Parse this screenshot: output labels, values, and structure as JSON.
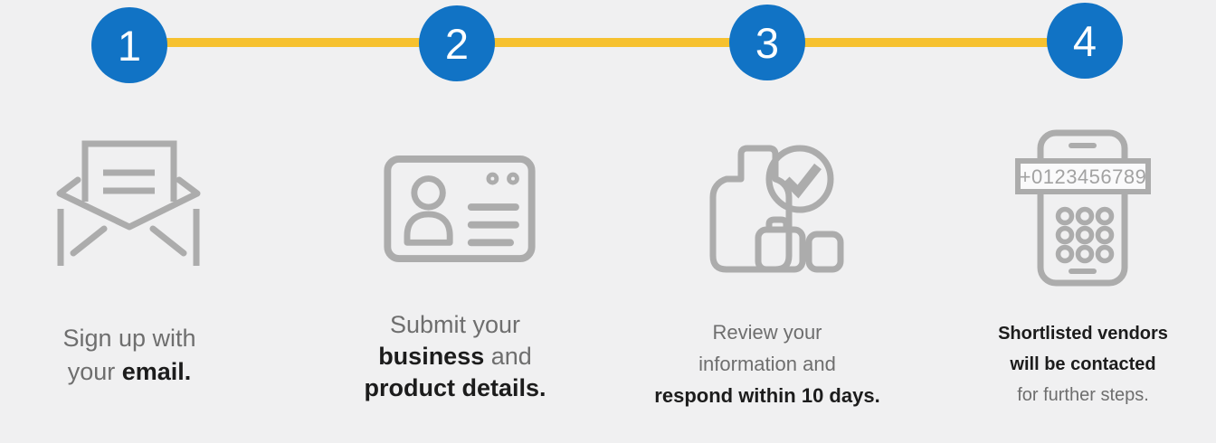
{
  "colors": {
    "background": "#f0f0f1",
    "stepper_line": "#f6c12f",
    "step_circle": "#1173c5",
    "step_number": "#ffffff",
    "icon_gray": "#acacac",
    "text_gray": "#6e6e6e",
    "text_dark": "#1c1c1c"
  },
  "stepper": {
    "steps": [
      {
        "number": "1",
        "icon": "open-envelope-letter-icon",
        "caption": [
          {
            "segs": [
              {
                "text": "Sign up with",
                "emphasis": false
              }
            ]
          },
          {
            "segs": [
              {
                "text": "your ",
                "emphasis": false
              },
              {
                "text": "email.",
                "emphasis": true
              }
            ]
          }
        ]
      },
      {
        "number": "2",
        "icon": "id-card-icon",
        "caption": [
          {
            "segs": [
              {
                "text": "Submit your",
                "emphasis": false
              }
            ]
          },
          {
            "segs": [
              {
                "text": "business",
                "emphasis": true
              },
              {
                "text": " and",
                "emphasis": false
              }
            ]
          },
          {
            "segs": [
              {
                "text": "product details.",
                "emphasis": true
              }
            ]
          }
        ]
      },
      {
        "number": "3",
        "icon": "products-check-icon",
        "caption": [
          {
            "segs": [
              {
                "text": "Review your",
                "emphasis": false
              }
            ]
          },
          {
            "segs": [
              {
                "text": "information and",
                "emphasis": false
              }
            ]
          },
          {
            "segs": [
              {
                "text": "respond within 10 days.",
                "emphasis": true
              }
            ]
          }
        ]
      },
      {
        "number": "4",
        "icon": "phone-dialpad-icon",
        "caption": [
          {
            "segs": [
              {
                "text": "Shortlisted vendors",
                "emphasis": true
              }
            ]
          },
          {
            "segs": [
              {
                "text": "will be contacted",
                "emphasis": true
              }
            ]
          },
          {
            "segs": [
              {
                "text": "for further steps.",
                "emphasis": false
              }
            ]
          }
        ]
      }
    ]
  },
  "phone_icon": {
    "number_label": "+0123456789"
  }
}
